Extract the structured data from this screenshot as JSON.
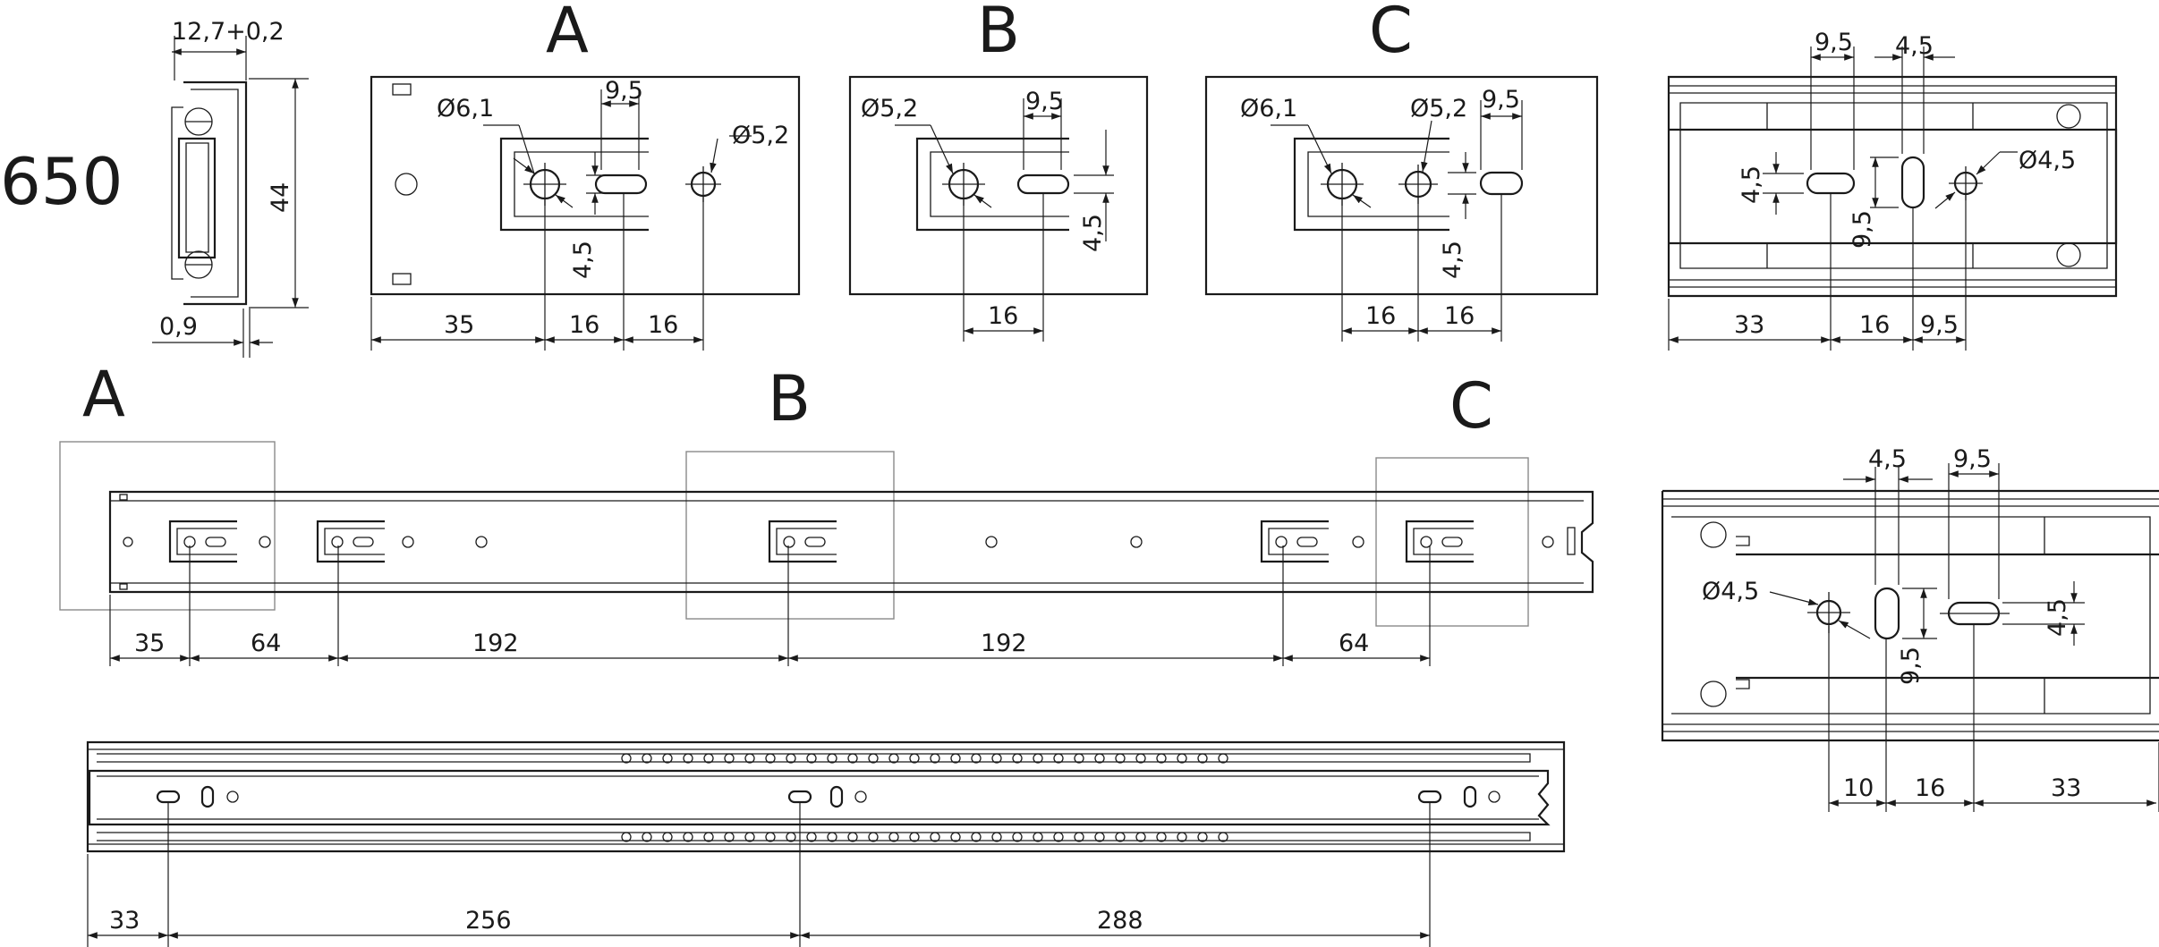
{
  "model_number": "650",
  "section_letters": {
    "a": "A",
    "b": "B",
    "c": "C"
  },
  "profile": {
    "width": "12,7+0,2",
    "height": "44",
    "thickness": "0,9"
  },
  "detail_a": {
    "hole_large": "Ø6,1",
    "hole_small": "Ø5,2",
    "slot_length": "9,5",
    "slot_width": "4,5",
    "dim1": "35",
    "dim2": "16",
    "dim3": "16"
  },
  "detail_b": {
    "hole": "Ø5,2",
    "slot_length": "9,5",
    "slot_width": "4,5",
    "dim1": "16"
  },
  "detail_c": {
    "hole_large": "Ø6,1",
    "hole_small": "Ø5,2",
    "slot_length": "9,5",
    "slot_width": "4,5",
    "dim1": "16",
    "dim2": "16"
  },
  "detail_rear_top": {
    "d_top1": "9,5",
    "d_top2": "4,5",
    "hole": "Ø4,5",
    "v1": "4,5",
    "v2": "9,5",
    "b1": "33",
    "b2": "16",
    "b3": "9,5"
  },
  "detail_rear_bottom": {
    "d_top1": "4,5",
    "d_top2": "9,5",
    "hole": "Ø4,5",
    "v1": "9,5",
    "v2": "4,5",
    "b1": "10",
    "b2": "16",
    "b3": "33"
  },
  "cabinet_member": {
    "dims": [
      "35",
      "64",
      "192",
      "192",
      "64"
    ]
  },
  "drawer_member": {
    "dims": [
      "33",
      "256",
      "288"
    ]
  },
  "colors": {
    "line": "#1a1a1a",
    "frame": "#8a8a8a",
    "background": "#ffffff"
  }
}
